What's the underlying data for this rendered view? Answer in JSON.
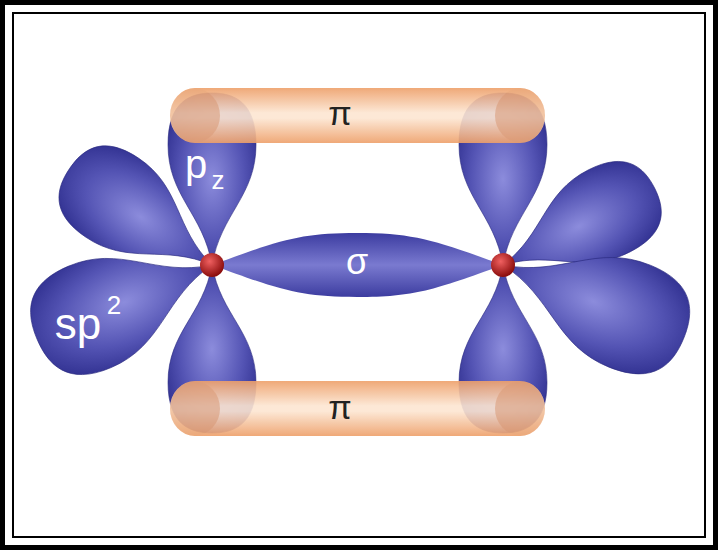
{
  "diagram": {
    "labels": [
      "π",
      "p",
      "z",
      "σ",
      "sp",
      "2",
      "π"
    ]
  }
}
